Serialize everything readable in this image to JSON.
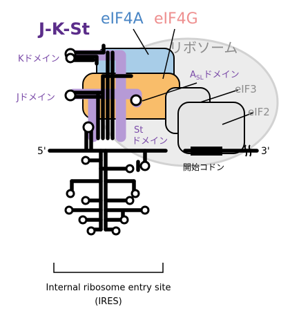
{
  "title": "J-K-St",
  "labels": {
    "eif4a": "eIF4A",
    "eif4g": "eIF4G",
    "ribosome": "リボソーム",
    "k_domain": "Kドメイン",
    "j_domain": "Jドメイン",
    "asl_domain_a": "A",
    "asl_domain_sub": "SL",
    "asl_domain_rest": "ドメイン",
    "eif3": "eIF3",
    "eif2": "eIF2",
    "st_domain_line1": "St",
    "st_domain_line2": "ドメイン",
    "five_prime": "5'",
    "three_prime": "3'",
    "start_codon": "開始コドン",
    "ires_line1": "Internal ribosome entry site",
    "ires_line2": "(IRES)"
  },
  "colors": {
    "title": "#5b2d8a",
    "domain_label": "#7a4aa8",
    "eif4a_text": "#4a86c5",
    "eif4g_text": "#ee8f8f",
    "eif4a_fill": "#a8cde8",
    "eif4g_fill": "#f9bd6a",
    "ribosome_fill": "#ececec",
    "ribosome_stroke": "#d2d2d2",
    "factor_fill": "#e6e6e6",
    "jk_strand": "#b69ad6",
    "rna": "#000000",
    "grey_text": "#8c8c8c"
  }
}
